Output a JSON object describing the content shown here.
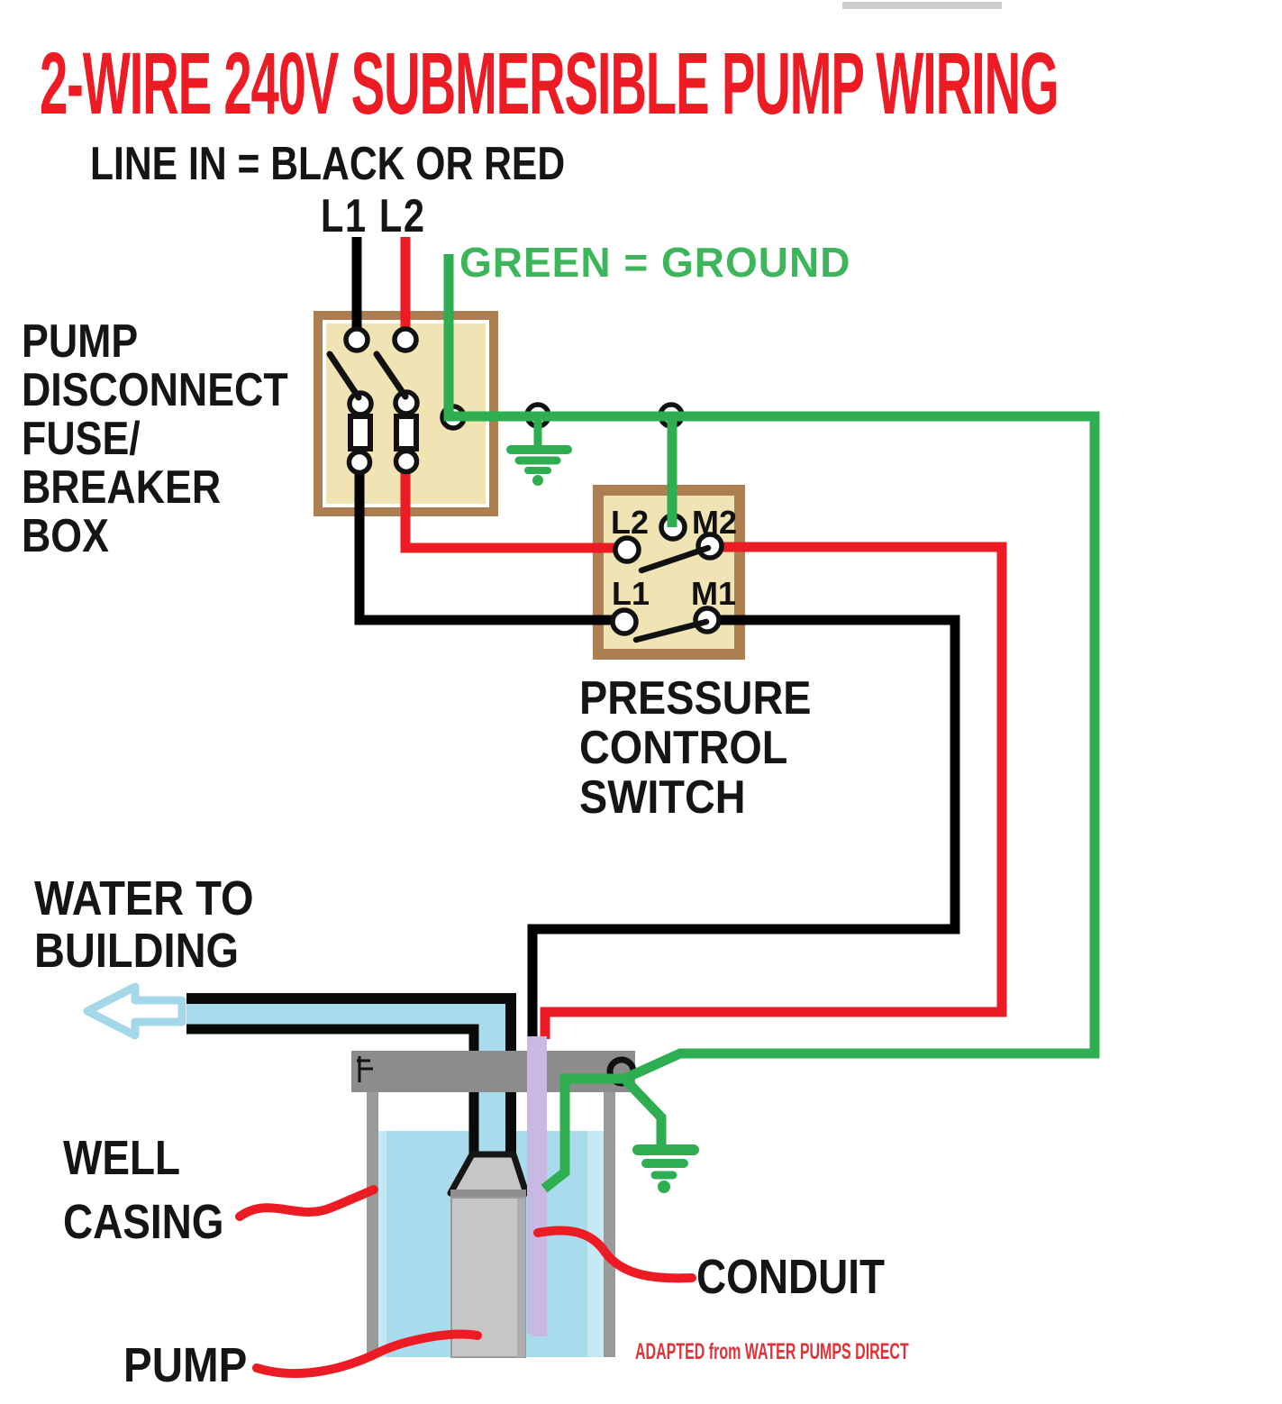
{
  "title": "2-WIRE 240V SUBMERSIBLE PUMP WIRING",
  "legend": {
    "line_in": "LINE IN = BLACK OR RED",
    "l1l2": "L1 L2",
    "green_ground": "GREEN = GROUND"
  },
  "disconnect": {
    "label_lines": [
      "PUMP",
      "DISCONNECT",
      "FUSE/",
      "BREAKER",
      "BOX"
    ]
  },
  "pressure_switch": {
    "label_lines": [
      "PRESSURE",
      "CONTROL",
      "SWITCH"
    ],
    "terminals": {
      "l2": "L2",
      "m2": "M2",
      "l1": "L1",
      "m1": "M1"
    }
  },
  "well": {
    "water_to_building_lines": [
      "WATER TO",
      "BUILDING"
    ],
    "well_casing_lines": [
      "WELL",
      "CASING"
    ],
    "pump_label": "PUMP",
    "conduit_label": "CONDUIT"
  },
  "credit": "ADAPTED from WATER PUMPS DIRECT",
  "colors": {
    "title_red": "#ED1C24",
    "wire_black": "#000000",
    "wire_red": "#ED1C24",
    "wire_green": "#2EAD51",
    "ground_text_green": "#3CB55B",
    "box_fill_tan": "#F0E4B4",
    "box_border_brown": "#AC7E52",
    "water_blue": "#A8DCEC",
    "arrow_outline_blue": "#A4D7E8",
    "conduit_purple": "#C8B9E3",
    "well_cap_gray": "#8C8C8C",
    "pump_gray": "#C6C6C6",
    "credit_red": "#E03238"
  }
}
